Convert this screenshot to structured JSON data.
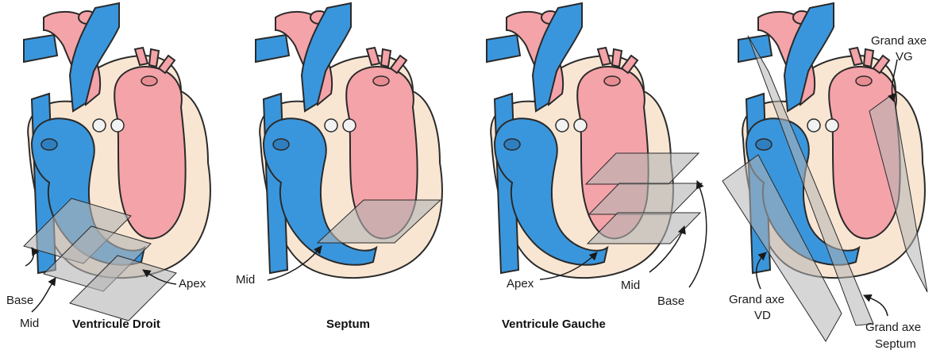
{
  "colors": {
    "venous": "#3a96dc",
    "arterial": "#f4a3a8",
    "myocardium": "#f8e6d3",
    "outline": "#2a2a2a",
    "plane": "#b4b4b4",
    "valve": "#f2f2f2"
  },
  "panels": [
    {
      "caption": "Ventricule Droit",
      "labels": {
        "base": "Base",
        "mid": "Mid",
        "apex": "Apex"
      }
    },
    {
      "caption": "Septum",
      "labels": {
        "mid": "Mid"
      }
    },
    {
      "caption": "Ventricule Gauche",
      "labels": {
        "apex": "Apex",
        "mid": "Mid",
        "base": "Base"
      }
    },
    {
      "caption": "",
      "labels": {
        "grand_axe_vg_line1": "Grand axe",
        "grand_axe_vg_line2": "VG",
        "grand_axe_vd_line1": "Grand axe",
        "grand_axe_vd_line2": "VD",
        "grand_axe_septum_line1": "Grand axe",
        "grand_axe_septum_line2": "Septum"
      }
    }
  ]
}
